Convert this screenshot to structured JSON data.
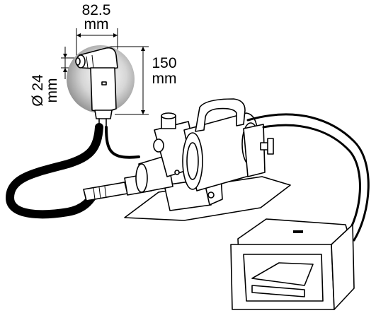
{
  "dimensions": {
    "length": {
      "value": "82.5",
      "unit": "mm"
    },
    "height": {
      "value": "150",
      "unit": "mm"
    },
    "diameter": {
      "value": "Ø 24",
      "unit": "mm"
    }
  },
  "colors": {
    "ink": "#000000",
    "shade": "#9a9a9a",
    "hose": "#111111",
    "background": "#ffffff"
  }
}
